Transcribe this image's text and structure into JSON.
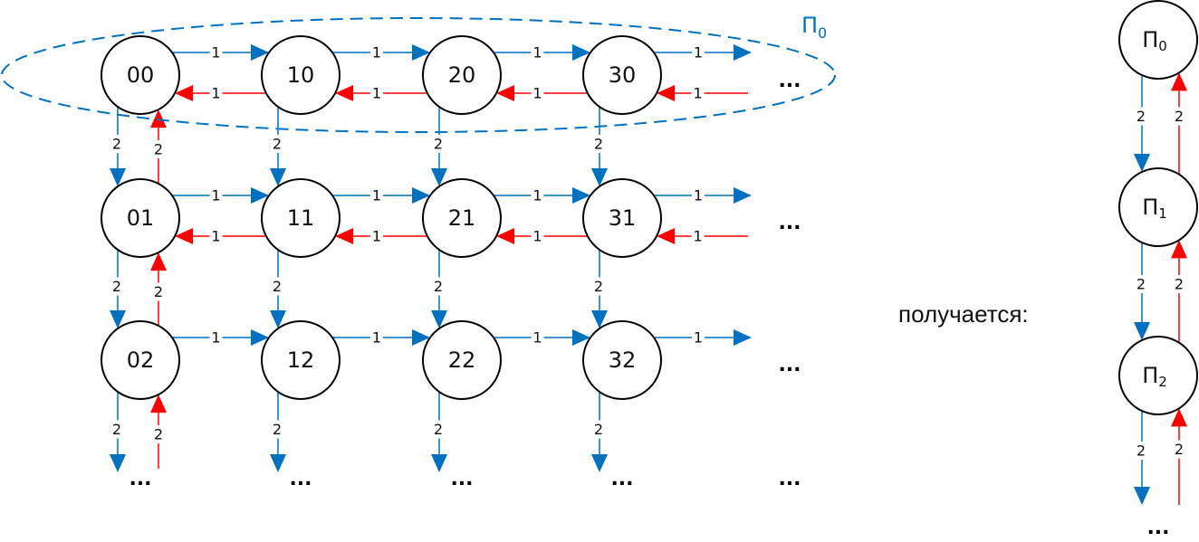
{
  "colors": {
    "forward": "#0070c0",
    "backward": "#ff0000",
    "node_stroke": "#000000",
    "group_outline": "#0070c0"
  },
  "grid": {
    "nodes": [
      [
        "00",
        "10",
        "20",
        "30"
      ],
      [
        "01",
        "11",
        "21",
        "31"
      ],
      [
        "02",
        "12",
        "22",
        "32"
      ]
    ],
    "horizontal_edge_label": "1",
    "vertical_edge_label": "2",
    "ellipsis": "...",
    "backward_rows": [
      0,
      1
    ],
    "upward_columns": [
      0
    ]
  },
  "group": {
    "label_main": "П",
    "label_sub": "0"
  },
  "caption": "получается:",
  "result_chain": {
    "nodes": [
      {
        "main": "П",
        "sub": "0"
      },
      {
        "main": "П",
        "sub": "1"
      },
      {
        "main": "П",
        "sub": "2"
      }
    ],
    "edge_label": "2",
    "ellipsis": "..."
  }
}
